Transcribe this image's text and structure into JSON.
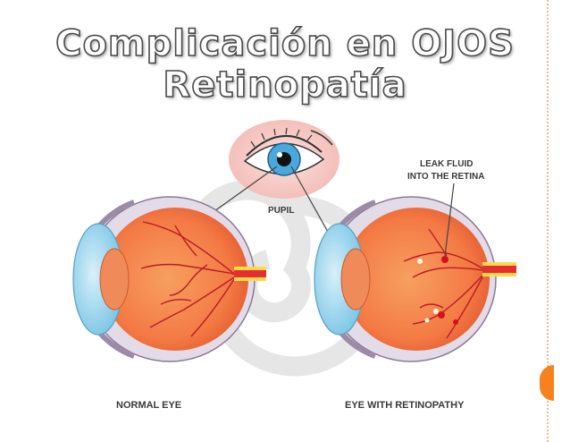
{
  "slide": {
    "title_line1": "Complicación en OJOS",
    "title_line2": "Retinopatía"
  },
  "diagram": {
    "pupil_label": "PUPIL",
    "leak_label_line1": "LEAK FLUID",
    "leak_label_line2": "INTO THE RETINA",
    "normal_eye_label": "NORMAL EYE",
    "retinopathy_label": "EYE WITH RETINOPATHY"
  },
  "colors": {
    "accent": "#f5821f",
    "retina": "#f4854e",
    "sclera": "#e5dce8",
    "iris": "#6ec0e8",
    "vessel": "#c0202a",
    "nerve_yellow": "#ffd84a"
  }
}
